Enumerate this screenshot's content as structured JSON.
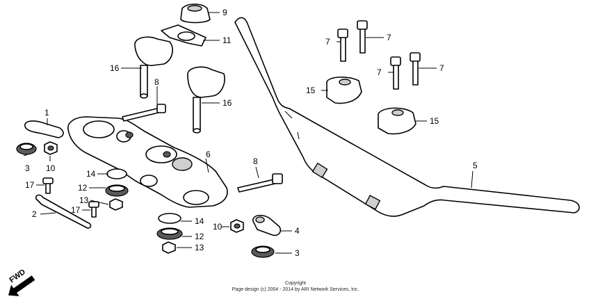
{
  "diagram": {
    "callouts": {
      "c1": "1",
      "c2": "2",
      "c3a": "3",
      "c3b": "3",
      "c4": "4",
      "c5": "5",
      "c6": "6",
      "c7a": "7",
      "c7b": "7",
      "c7c": "7",
      "c7d": "7",
      "c8a": "8",
      "c8b": "8",
      "c9": "9",
      "c10a": "10",
      "c10b": "10",
      "c11": "11",
      "c12a": "12",
      "c12b": "12",
      "c13a": "13",
      "c13b": "13",
      "c14a": "14",
      "c14b": "14",
      "c15a": "15",
      "c15b": "15",
      "c16a": "16",
      "c16b": "16",
      "c17a": "17",
      "c17b": "17"
    },
    "fwd_label": "FWD",
    "copyright_line1": "Copyright",
    "copyright_line2": "Page design (c) 2004 - 2014 by ARI Network Services, Inc."
  }
}
